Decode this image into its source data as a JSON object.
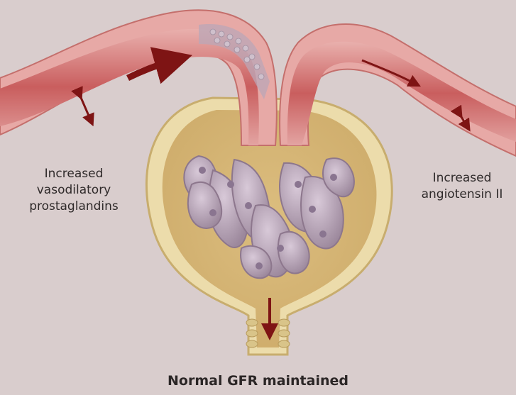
{
  "diagram": {
    "left_annotation": [
      "Increased",
      "vasodilatory",
      "prostaglandins"
    ],
    "right_annotation": [
      "Increased",
      "angiotensin II"
    ],
    "caption": "Normal GFR maintained"
  },
  "colors": {
    "background": "#d9cdcd",
    "vessel_wall": "#d98a8a",
    "vessel_lumen": "#c96b6b",
    "capsule": "#e6cf95",
    "capillary_tuft": "#b5a3b5",
    "arrow": "#8c1c1c"
  }
}
